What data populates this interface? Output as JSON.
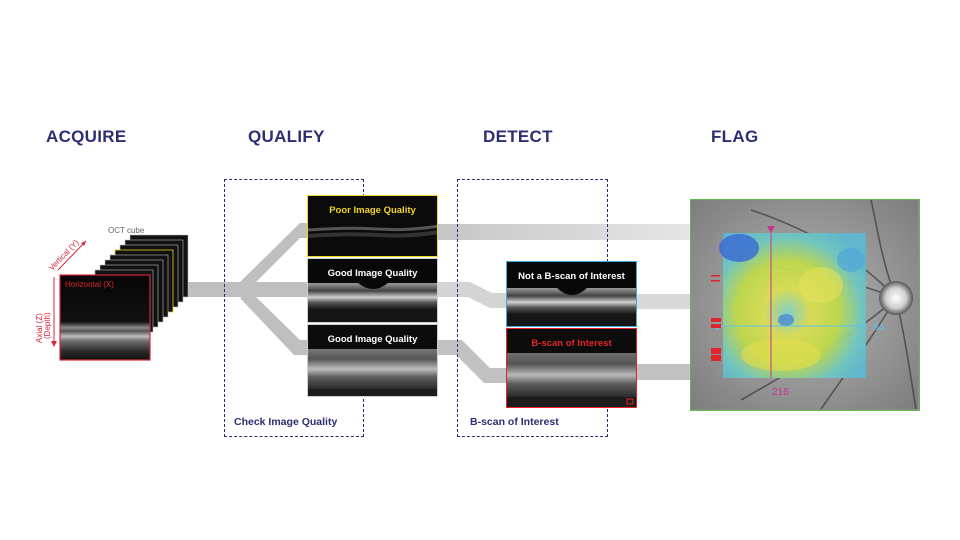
{
  "stages": {
    "acquire": "ACQUIRE",
    "qualify": "QUALIFY",
    "detect": "DETECT",
    "flag": "FLAG"
  },
  "cube": {
    "title": "OCT cube",
    "axis_vertical": "Vertical (Y)",
    "axis_axial_1": "Axial (Z)",
    "axis_axial_2": "(Depth)",
    "axis_horizontal": "Horizontal (X)"
  },
  "qualify": {
    "box_label": "Check Image Quality",
    "scan_poor": "Poor Image Quality",
    "scan_good_1": "Good Image Quality",
    "scan_good_2": "Good Image Quality"
  },
  "detect": {
    "box_label": "B-scan of Interest",
    "scan_not": "Not a B-scan of Interest",
    "scan_interest": "B-scan of Interest"
  },
  "flag": {
    "x_value": "216",
    "y_value": "84"
  },
  "colors": {
    "title_navy": "#2b2e73",
    "poor_yellow": "#f2d422",
    "not_interest_blue": "#3fa9e0",
    "interest_red": "#e0262b",
    "flag_green": "#5fb84a",
    "marker_magenta": "#c9318f"
  }
}
